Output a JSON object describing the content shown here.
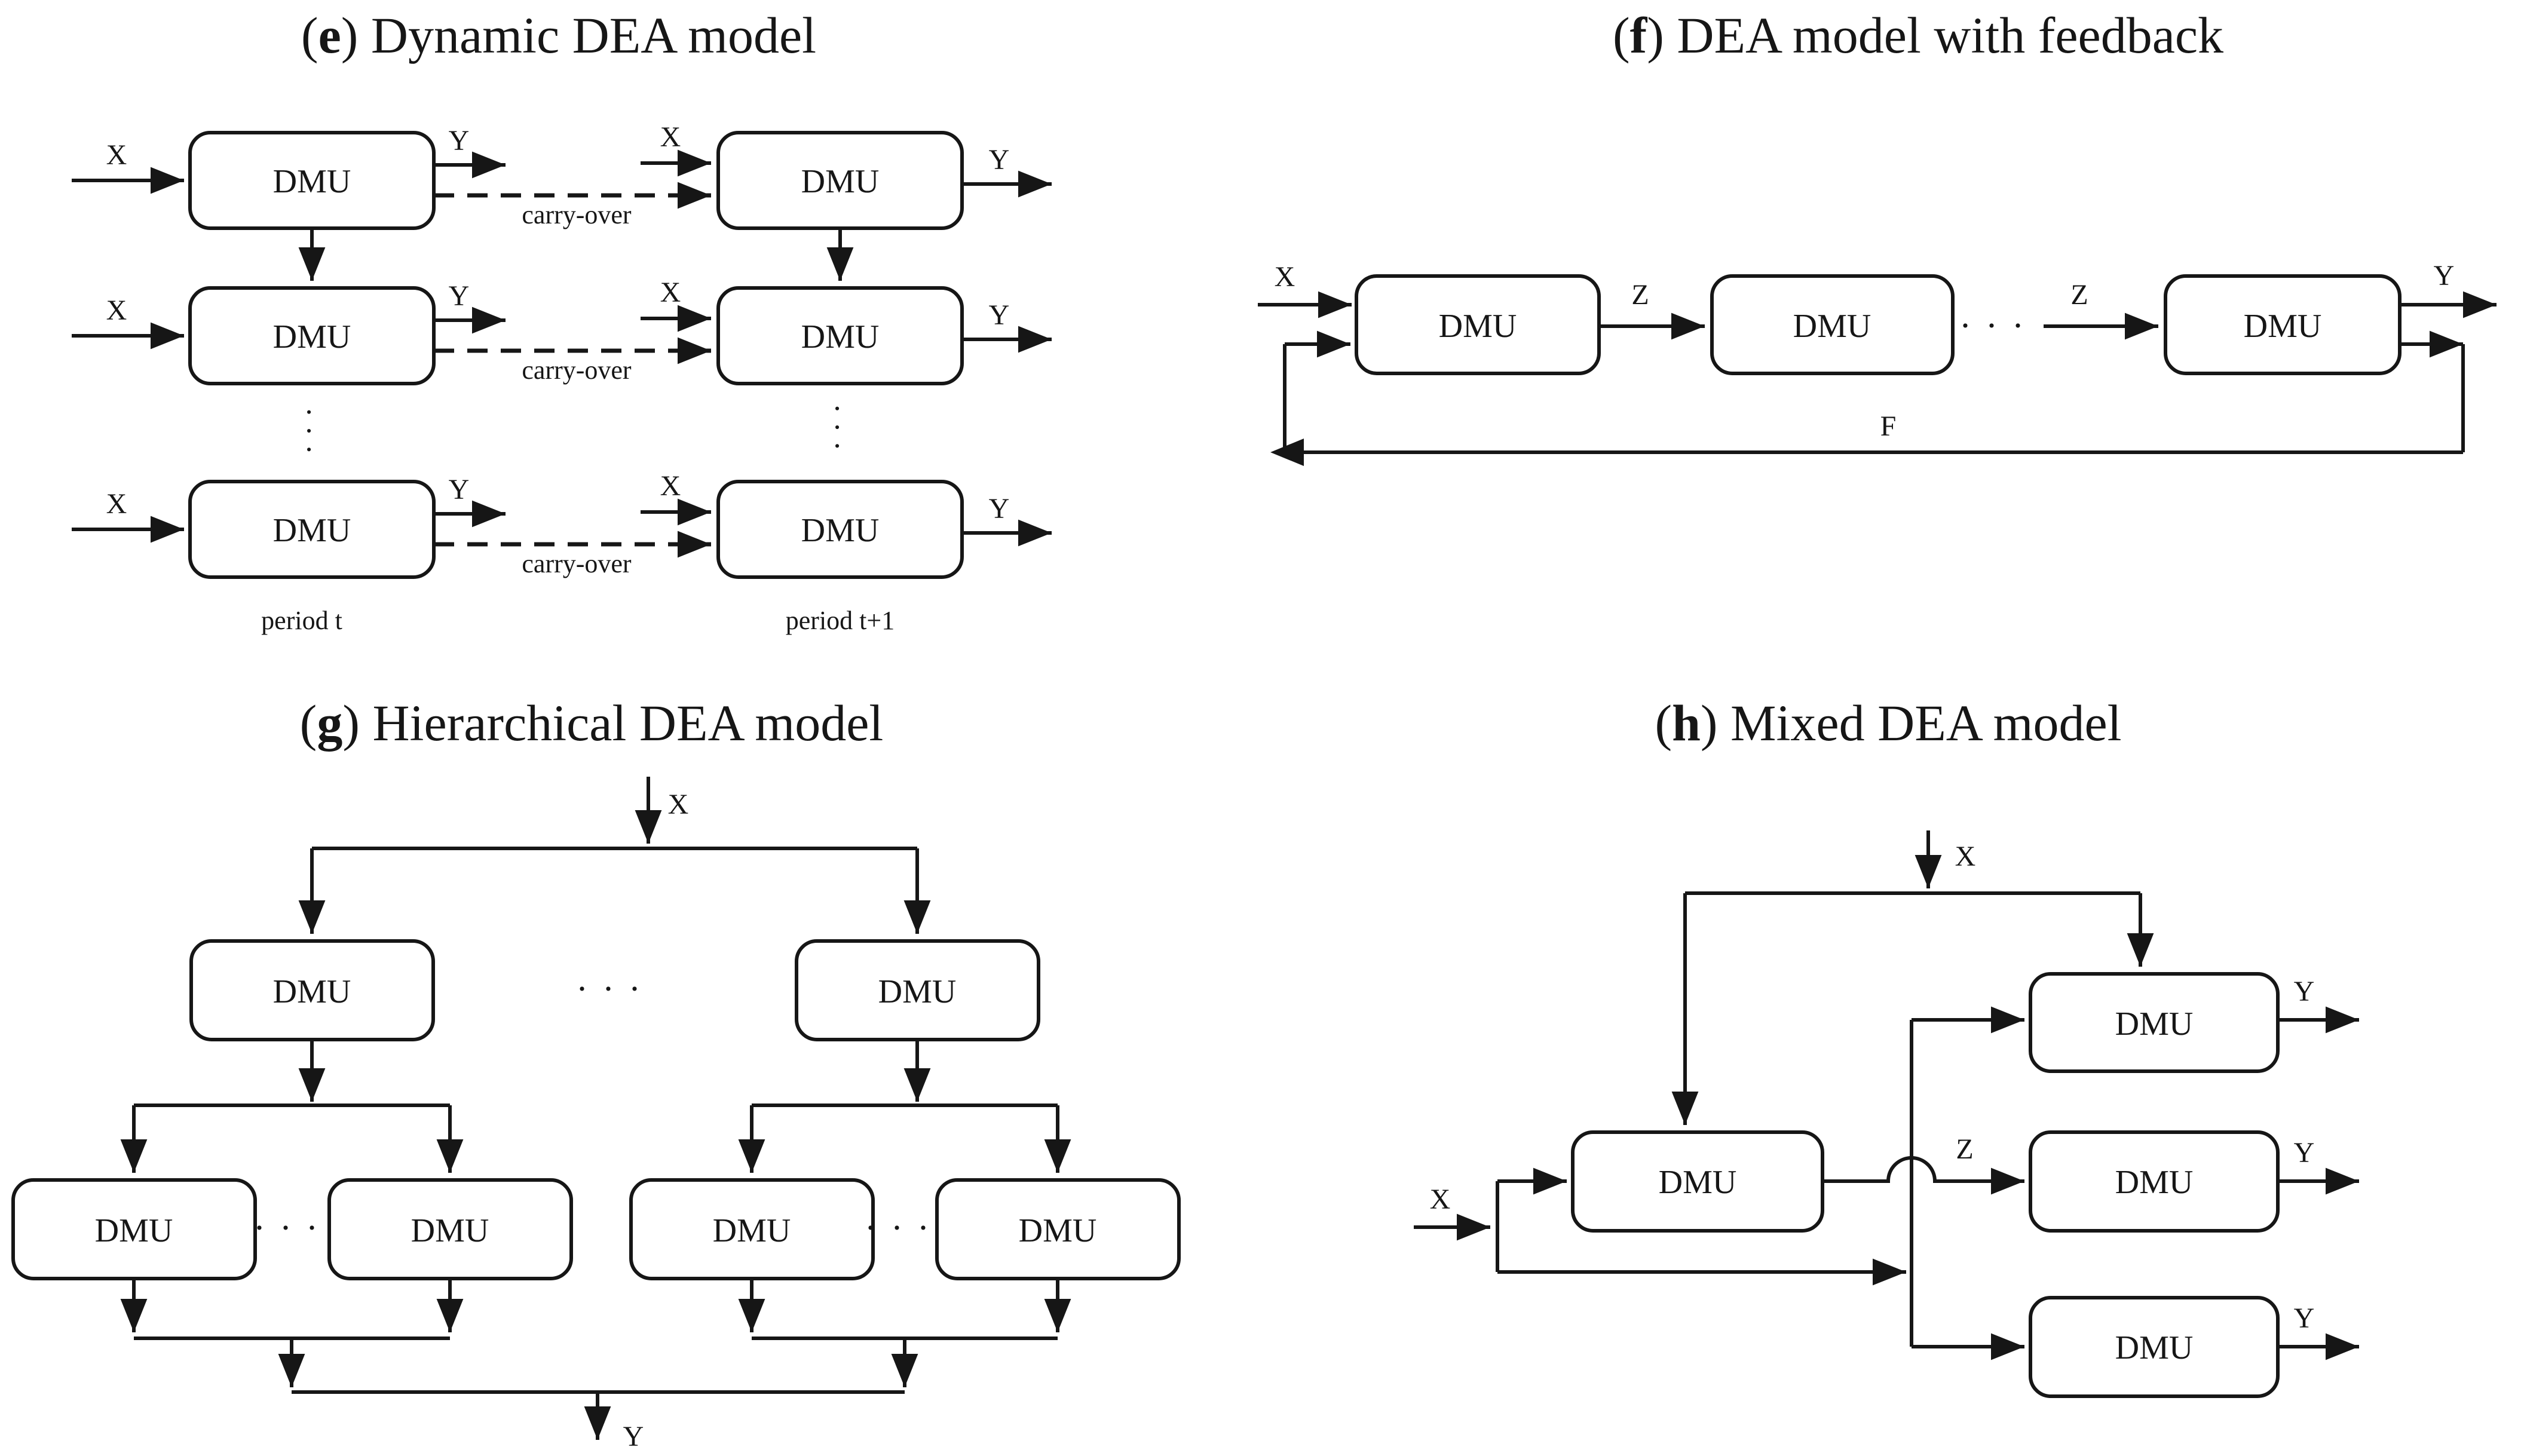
{
  "colors": {
    "ink": "#161616",
    "background": "#ffffff"
  },
  "panels": {
    "e": {
      "title": {
        "open": "(",
        "letter": "e",
        "rest": ") Dynamic DEA model"
      },
      "box_label": "DMU",
      "labels": {
        "input": "X",
        "output": "Y",
        "carry_over": "carry-over",
        "period_left": "period t",
        "period_right": "period t+1",
        "dots": "···"
      }
    },
    "f": {
      "title": {
        "open": "(",
        "letter": "f",
        "rest": ") DEA model with feedback"
      },
      "box_label": "DMU",
      "labels": {
        "input": "X",
        "intermediate": "Z",
        "output": "Y",
        "feedback": "F",
        "dots": "···"
      }
    },
    "g": {
      "title": {
        "open": "(",
        "letter": "g",
        "rest": ") Hierarchical DEA model"
      },
      "box_label": "DMU",
      "labels": {
        "input": "X",
        "output": "Y",
        "dots": "···"
      }
    },
    "h": {
      "title": {
        "open": "(",
        "letter": "h",
        "rest": ") Mixed DEA model"
      },
      "box_label": "DMU",
      "labels": {
        "input": "X",
        "intermediate": "Z",
        "output": "Y"
      }
    }
  }
}
